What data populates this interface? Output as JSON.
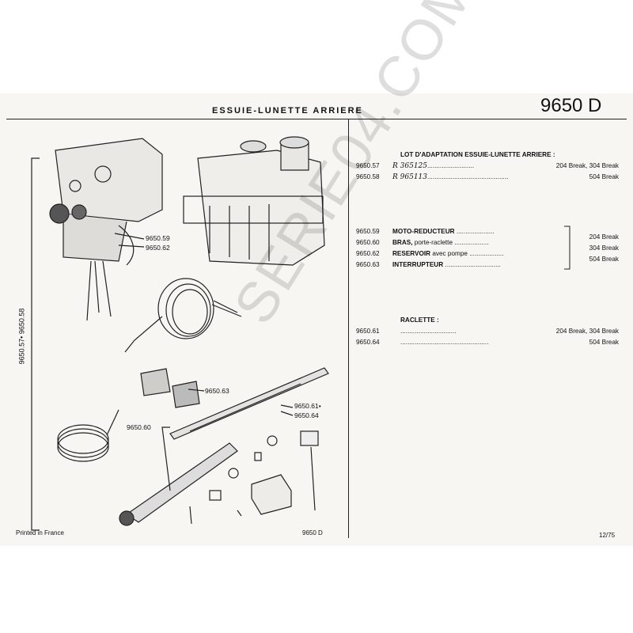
{
  "header": {
    "title": "ESSUIE-LUNETTE ARRIERE",
    "code": "9650 D"
  },
  "side_label": "9650.57•  9650.58",
  "callouts": {
    "c59": "9650.59",
    "c62": "9650.62",
    "c63": "9650.63",
    "c61": "9650.61•",
    "c64": "9650.64",
    "c60": "9650.60"
  },
  "lot": {
    "heading": "LOT D'ADAPTATION ESSUIE-LUNETTE  ARRIERE :",
    "rows": [
      {
        "ref": "9650.57",
        "note": "R 365125",
        "dots": "..........................",
        "app": "204 Break, 304 Break"
      },
      {
        "ref": "9650.58",
        "note": "R 965113",
        "dots": ".............................................",
        "app": "504 Break"
      }
    ]
  },
  "parts": {
    "rows": [
      {
        "ref": "9650.59",
        "name": "MOTO-REDUCTEUR",
        "extra": "",
        "dots": "....................."
      },
      {
        "ref": "9650.60",
        "name": "BRAS,",
        "extra": "porte-raclette",
        "dots": "..................."
      },
      {
        "ref": "9650.62",
        "name": "RESERVOIR",
        "extra": "avec pompe",
        "dots": "..................."
      },
      {
        "ref": "9650.63",
        "name": "INTERRUPTEUR",
        "extra": "",
        "dots": "..............................."
      }
    ],
    "apps": [
      "204 Break",
      "304 Break",
      "504 Break"
    ]
  },
  "raclette": {
    "heading": "RACLETTE :",
    "rows": [
      {
        "ref": "9650.61",
        "dots": "...............................",
        "app": "204 Break, 304 Break"
      },
      {
        "ref": "9650.64",
        "dots": ".................................................",
        "app": "504 Break"
      }
    ]
  },
  "footer": {
    "printed": "Printed in France",
    "code": "9650 D",
    "date": "12/75"
  },
  "watermark": "SERIE04.COM"
}
